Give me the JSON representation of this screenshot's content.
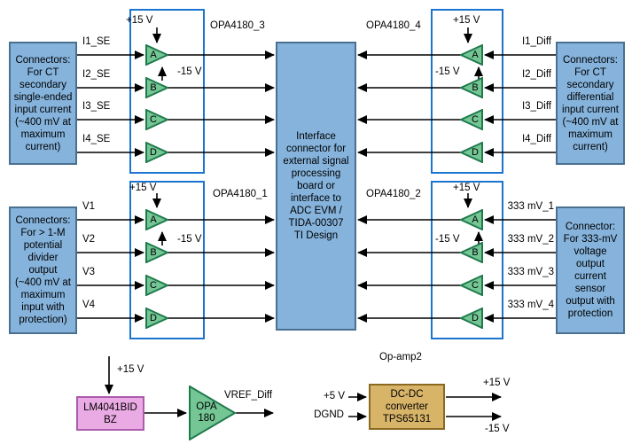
{
  "diagram": {
    "center_box": "Interface\nconnector for\nexternal signal\nprocessing\nboard or\ninterface to\nADC EVM /\nTIDA-00307\nTI Design",
    "connectors": {
      "top_left": "Connectors:\nFor CT\nsecondary\nsingle-ended\ninput current\n(~400 mV at\nmaximum\ncurrent)",
      "top_right": "Connectors:\nFor CT\nsecondary\ndifferential\ninput current\n(~400 mV at\nmaximum\ncurrent)",
      "bottom_left": "Connectors:\nFor > 1-M\npotential\ndivider\noutput\n(~400 mV at\nmaximum\ninput with\nprotection)",
      "bottom_right": "Connector:\nFor 333-mV\nvoltage\noutput\ncurrent\nsensor\noutput with\nprotection"
    },
    "groups": {
      "top_left": {
        "label": "OPA4180_3",
        "pos": "+15 V",
        "neg": "-15 V",
        "amps": {
          "a": "A",
          "b": "B",
          "c": "C",
          "d": "D"
        },
        "signals": {
          "s1": "I1_SE",
          "s2": "I2_SE",
          "s3": "I3_SE",
          "s4": "I4_SE"
        }
      },
      "top_right": {
        "label": "OPA4180_4",
        "pos": "+15 V",
        "neg": "-15 V",
        "amps": {
          "a": "A",
          "b": "B",
          "c": "C",
          "d": "D"
        },
        "signals": {
          "s1": "I1_Diff",
          "s2": "I2_Diff",
          "s3": "I3_Diff",
          "s4": "I4_Diff"
        }
      },
      "bottom_left": {
        "label": "OPA4180_1",
        "pos": "+15 V",
        "neg": "-15 V",
        "amps": {
          "a": "A",
          "b": "B",
          "c": "C",
          "d": "D"
        },
        "signals": {
          "s1": "V1",
          "s2": "V2",
          "s3": "V3",
          "s4": "V4"
        }
      },
      "bottom_right": {
        "label": "OPA4180_2",
        "pos": "+15 V",
        "neg": "-15 V",
        "amps": {
          "a": "A",
          "b": "B",
          "c": "C",
          "d": "D"
        },
        "signals": {
          "s1": "333 mV_1",
          "s2": "333 mV_2",
          "s3": "333 mV_3",
          "s4": "333 mV_4"
        }
      }
    },
    "power": {
      "opamp2_label": "Op-amp2",
      "vref_supply": "+15 V",
      "regulator": "LM4041BID\nBZ",
      "vref_amp": "OPA\n180",
      "vref_out": "VREF_Diff",
      "dcdc": "DC-DC\nconverter\nTPS65131",
      "dcdc_in1": "+5 V",
      "dcdc_in2": "DGND",
      "dcdc_out1": "+15 V",
      "dcdc_out2": "-15 V"
    },
    "colors": {
      "connector_fill": "#85B3DC",
      "connector_border": "#4A7090",
      "group_border": "#1B75D0",
      "amp_fill": "#74C695",
      "amp_border": "#1F7A4C",
      "regulator_fill": "#EAABE4",
      "regulator_border": "#AC5CAC",
      "dcdc_fill": "#D8B469",
      "dcdc_border": "#8A6A20",
      "wire": "#000000"
    }
  }
}
